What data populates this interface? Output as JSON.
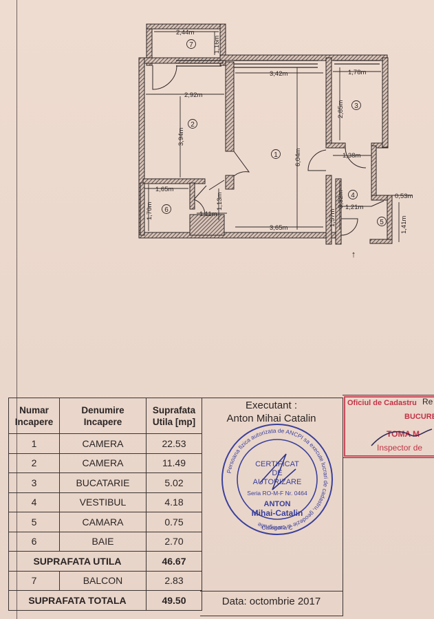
{
  "plan": {
    "dimensions": {
      "d1": "2,44m",
      "d2": "1,16m",
      "d3": "3,42m",
      "d4": "1,78m",
      "d5": "2,92m",
      "d6": "2,85m",
      "d7": "3,94m",
      "d8": "6,04m",
      "d9": "1,38m",
      "d10": "1,65m",
      "d11": "3,32m",
      "d12": "0,53m",
      "d13": "1,21m",
      "d14": "1,70m",
      "d15": "1,13m",
      "d16": "1,11m",
      "d17": "1,57m",
      "d18": "1,41m",
      "d19": "3,65m"
    },
    "room_numbers": [
      "1",
      "2",
      "3",
      "4",
      "5",
      "6",
      "7"
    ],
    "entrance_arrow": "↑"
  },
  "table": {
    "headers": {
      "num": [
        "Numar",
        "Incapere"
      ],
      "name": [
        "Denumire",
        "Incapere"
      ],
      "area": [
        "Suprafata",
        "Utila [mp]"
      ]
    },
    "rows": [
      {
        "num": "1",
        "name": "CAMERA",
        "area": "22.53"
      },
      {
        "num": "2",
        "name": "CAMERA",
        "area": "11.49"
      },
      {
        "num": "3",
        "name": "BUCATARIE",
        "area": "5.02"
      },
      {
        "num": "4",
        "name": "VESTIBUL",
        "area": "4.18"
      },
      {
        "num": "5",
        "name": "CAMARA",
        "area": "0.75"
      },
      {
        "num": "6",
        "name": "BAIE",
        "area": "2.70"
      }
    ],
    "subtotal": {
      "label": "SUPRAFATA UTILA",
      "area": "46.67"
    },
    "balcony": {
      "num": "7",
      "name": "BALCON",
      "area": "2.83"
    },
    "total": {
      "label": "SUPRAFATA TOTALA",
      "area": "49.50"
    }
  },
  "executant": {
    "title": "Executant :",
    "name": "Anton Mihai Catalin",
    "date": "Data: octombrie 2017"
  },
  "seal": {
    "ring_text": "Persoana fizica autorizata de ANCPI sa execute lucrari de cadastru, geodezie si cartografie",
    "center_line1": "CERTIFICAT",
    "center_line2": "DE",
    "center_line3": "AUTORIZARE",
    "series": "Seria RO-M-F Nr. 0464",
    "surname": "ANTON",
    "given": "Mihai-Catalin",
    "category": "Categoria C"
  },
  "office_stamp": {
    "line1": "Oficiul de Cadastru",
    "line2": "Re",
    "line3": "BUCURE",
    "line4": "TOMA M",
    "line5": "Inspector de"
  },
  "colors": {
    "paper": "#ecd9cd",
    "ink": "#2a2424",
    "stamp_blue": "#3a3f9a",
    "stamp_red": "#c23246"
  }
}
